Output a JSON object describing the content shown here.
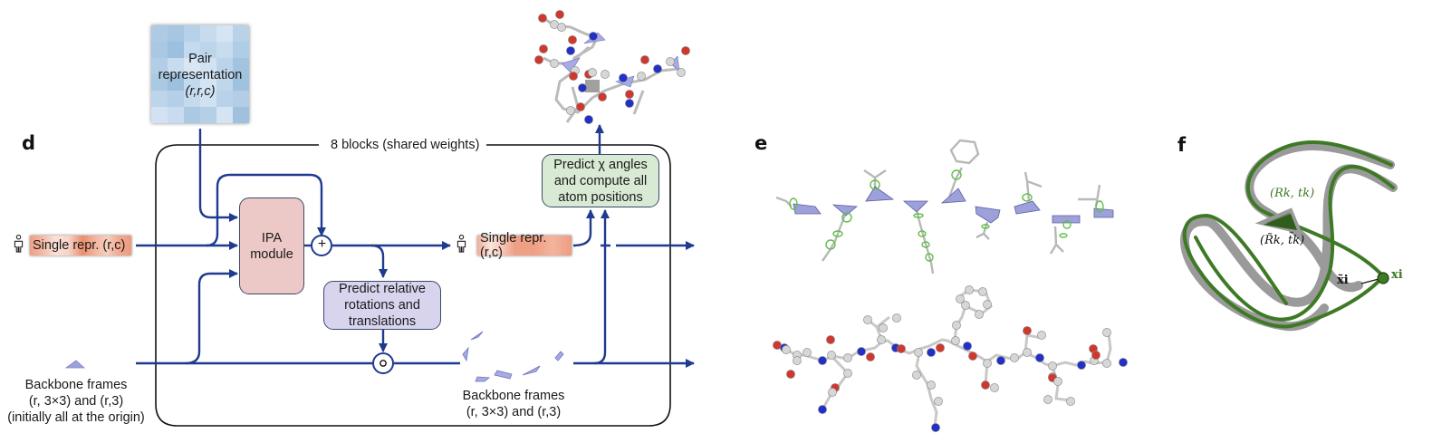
{
  "figure": {
    "panels": {
      "d": {
        "letter": "d",
        "pair_representation": {
          "line1": "Pair",
          "line2": "representation",
          "line3": "(r,r,c)"
        },
        "blocks_label": "8 blocks (shared weights)",
        "single_repr_input": "Single repr. (r,c)",
        "single_repr_output": "Single repr. (r,c)",
        "ipa_module": {
          "line1": "IPA",
          "line2": "module"
        },
        "add_operator": "+",
        "compose_operator": "∘",
        "predict_rotations": {
          "line1": "Predict relative",
          "line2": "rotations and",
          "line3": "translations"
        },
        "predict_chi": {
          "line1": "Predict χ angles",
          "line2": "and compute all",
          "line3": "atom positions"
        },
        "backbone_input": {
          "line1": "Backbone frames",
          "line2": "(r, 3×3) and (r,3)",
          "line3": "(initially all at the origin)"
        },
        "backbone_output": {
          "line1": "Backbone frames",
          "line2": "(r, 3×3) and (r,3)"
        }
      },
      "e": {
        "letter": "e"
      },
      "f": {
        "letter": "f",
        "pred_frame_label": "(Rk, tk)",
        "true_frame_label": "(R̃k, t̃k)",
        "pred_atom_label": "xi",
        "true_atom_label": "x̃i"
      }
    },
    "colors": {
      "arrow_blue": "#1f3a8f",
      "ipa_fill": "#ecc8c6",
      "rot_fill": "#d8d4ee",
      "chi_fill": "#d9ead4",
      "pred_green": "#3e7a25",
      "true_gray": "#9a9a9a",
      "oxygen_red": "#d0382e",
      "nitrogen_blue": "#2330c8",
      "carbon_gray": "#d6d6d6",
      "frame_lavender": "#9ea0dc"
    },
    "pair_grid": [
      "#aecbe3",
      "#a6c6e1",
      "#b6d1e8",
      "#c7dbef",
      "#d6e5f4",
      "#b9d2e8",
      "#a9c8e2",
      "#9dc0de",
      "#c4daee",
      "#bdd5ea",
      "#c9dcee",
      "#aecde6",
      "#b2cee6",
      "#c8dcef",
      "#d9e7f4",
      "#d1e2f2",
      "#bcd4ea",
      "#a3c4e1",
      "#aac9e3",
      "#9dc0de",
      "#c3d9ee",
      "#d3e4f3",
      "#c0d6eb",
      "#9fc2df",
      "#bdd5eb",
      "#b4cfe7",
      "#c6daee",
      "#d0e1f1",
      "#b9d2e9",
      "#b3cde6",
      "#d2e2f2",
      "#c9dcef",
      "#abc9e3",
      "#b5cfe7",
      "#d4e4f3",
      "#9fc1de"
    ]
  }
}
